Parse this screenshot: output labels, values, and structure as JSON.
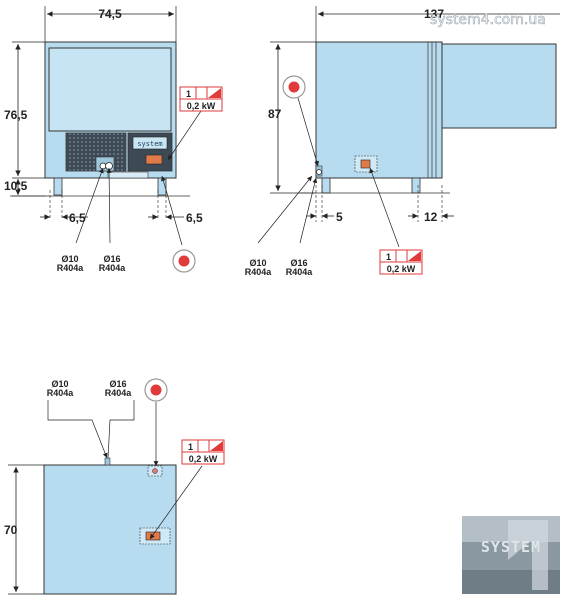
{
  "watermark": "system4.com.ua",
  "front_view": {
    "width_dim": "74,5",
    "height_dim": "76,5",
    "feet_dim": "10,5",
    "left_offset_dim": "6,5",
    "right_offset_dim": "6,5",
    "pipe_small": {
      "diameter": "Ø10",
      "refrigerant": "R404a"
    },
    "pipe_large": {
      "diameter": "Ø16",
      "refrigerant": "R404a"
    },
    "power_badge": {
      "phase": "1",
      "power": "0,2 kW"
    },
    "display_text": "system"
  },
  "side_view": {
    "depth_dim": "137",
    "height_dim": "87",
    "front_offset_dim": "5",
    "rear_offset_dim": "12",
    "pipe_small": {
      "diameter": "Ø10",
      "refrigerant": "R404a"
    },
    "pipe_large": {
      "diameter": "Ø16",
      "refrigerant": "R404a"
    },
    "power_badge": {
      "phase": "1",
      "power": "0,2 kW"
    }
  },
  "top_view": {
    "depth_dim": "70",
    "pipe_small": {
      "diameter": "Ø10",
      "refrigerant": "R404a"
    },
    "pipe_large": {
      "diameter": "Ø16",
      "refrigerant": "R404a"
    },
    "power_badge": {
      "phase": "1",
      "power": "0,2 kW"
    }
  },
  "logo": {
    "text": "SYSTEM",
    "mark": "4"
  },
  "colors": {
    "panel": "#b8dcef",
    "outline": "#333333",
    "accent_red": "#e03a3a",
    "grille": "#3d4a56"
  }
}
